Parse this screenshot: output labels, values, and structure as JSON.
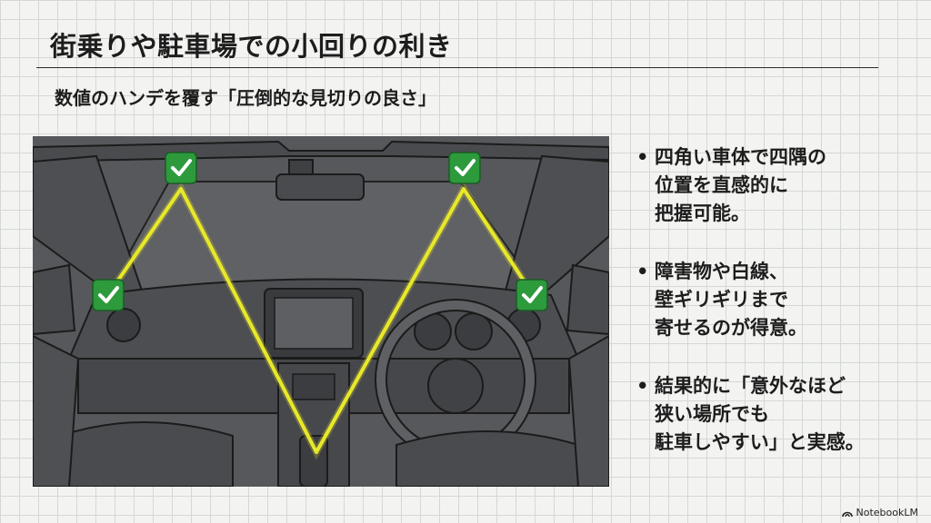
{
  "title": "街乗りや駐車場での小回りの利き",
  "subtitle": "数値のハンデを覆す「圧倒的な見切りの良さ」",
  "bullets": [
    {
      "lines": [
        "四角い車体で四隅の",
        "位置を直感的に",
        "把握可能。"
      ]
    },
    {
      "lines": [
        "障害物や白線、",
        "壁ギリギリまで",
        "寄せるのが得意。"
      ]
    },
    {
      "lines": [
        "結果的に「意外なほど",
        "狭い場所でも",
        "駐車しやすい」と実感。"
      ]
    }
  ],
  "bullet_marker": "•",
  "brand": {
    "label": "NotebookLM",
    "icon": "notebooklm-logo-icon"
  },
  "image": {
    "icons": [
      "check-icon"
    ],
    "colors": {
      "highlight": "#e8e82a",
      "check_bg": "#2d9a3c",
      "interior": "#55565a"
    }
  }
}
